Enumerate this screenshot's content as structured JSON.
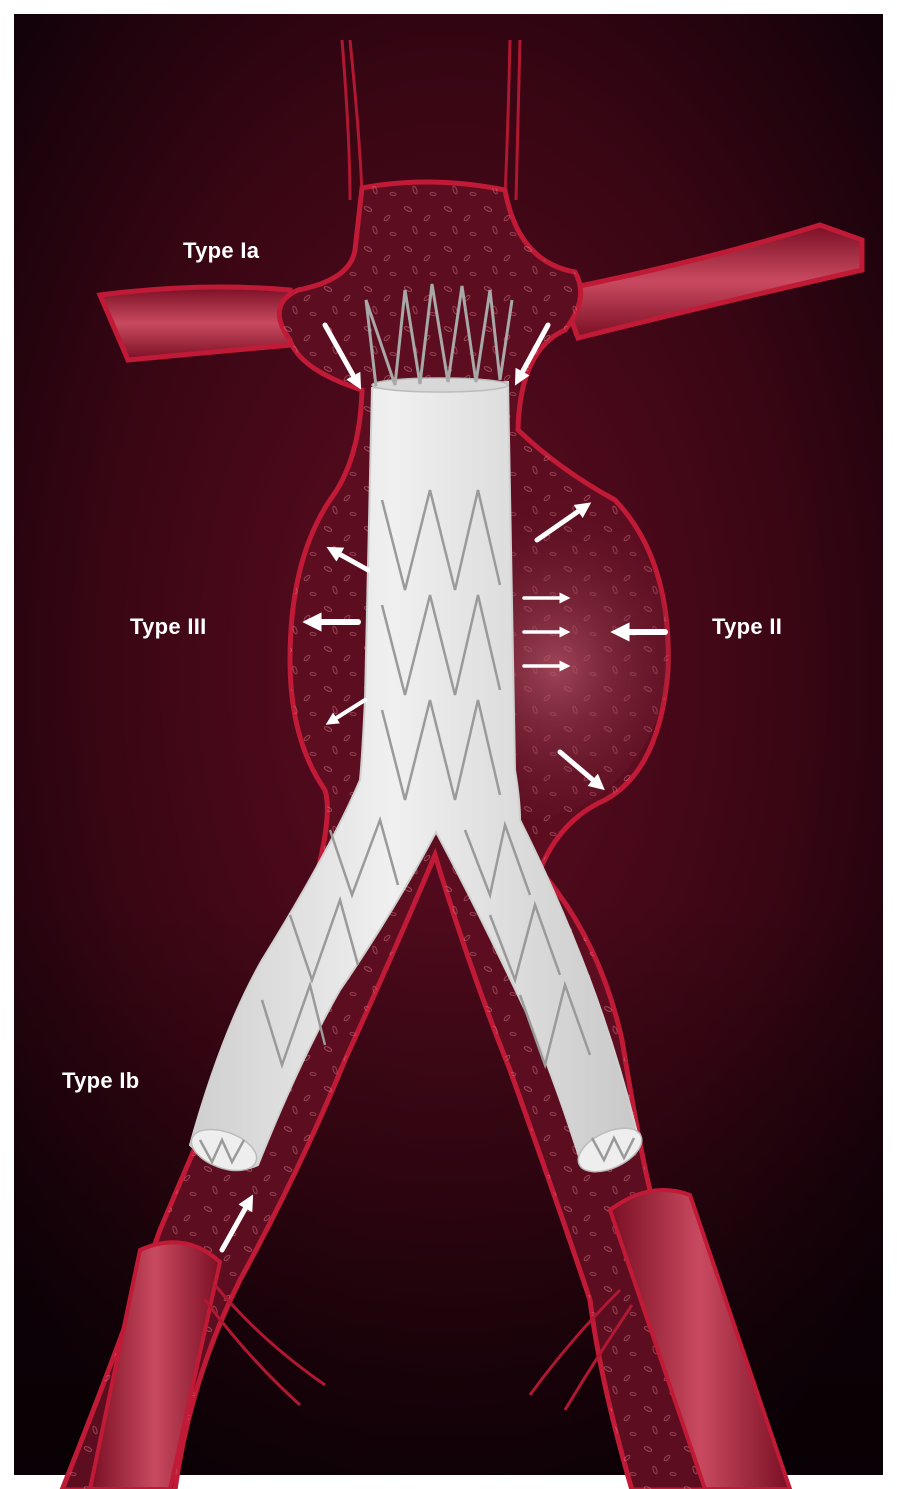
{
  "labels": {
    "type_ia": "Type Ia",
    "type_iii": "Type III",
    "type_ii": "Type II",
    "type_ib": "Type Ib"
  },
  "colors": {
    "background": "#3a0614",
    "vessel_wall": "#c01a36",
    "vessel_fill": "#5c0d20",
    "graft": "#e6e6e6",
    "stent_wire": "#9a9a9a",
    "arrow": "#ffffff",
    "label_text": "#ffffff"
  },
  "icons": {
    "leak_arrow": "arrow-icon"
  }
}
